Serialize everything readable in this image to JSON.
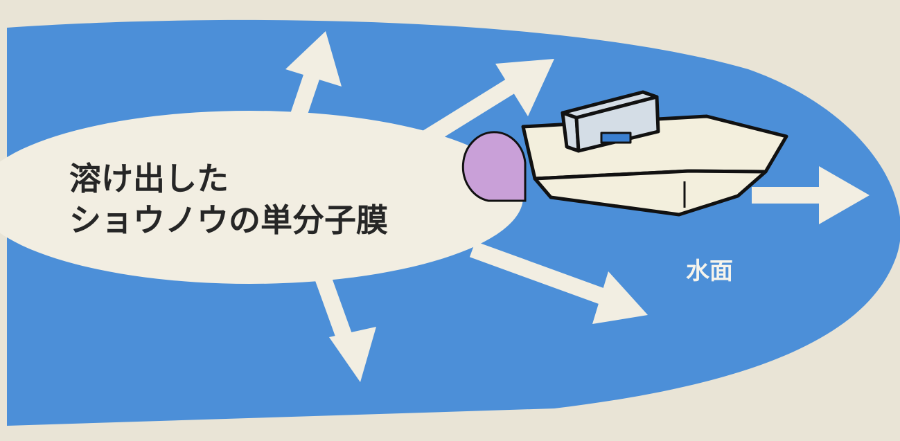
{
  "labels": {
    "film_line1": "溶け出した",
    "film_line2": "ショウノウの単分子膜",
    "water": "水面"
  },
  "colors": {
    "water": "#4c8fd8",
    "film": "#f2eee2",
    "arrow": "#f2eee2",
    "camphor": "#c9a0d8",
    "boat_hull": "#f3efdd",
    "cabin": "#d4dde6",
    "window": "#3a7fd0",
    "outline": "#111111",
    "background": "#e9e4d6"
  },
  "icons": [
    "boat-icon",
    "camphor-icon",
    "arrow-icon"
  ]
}
